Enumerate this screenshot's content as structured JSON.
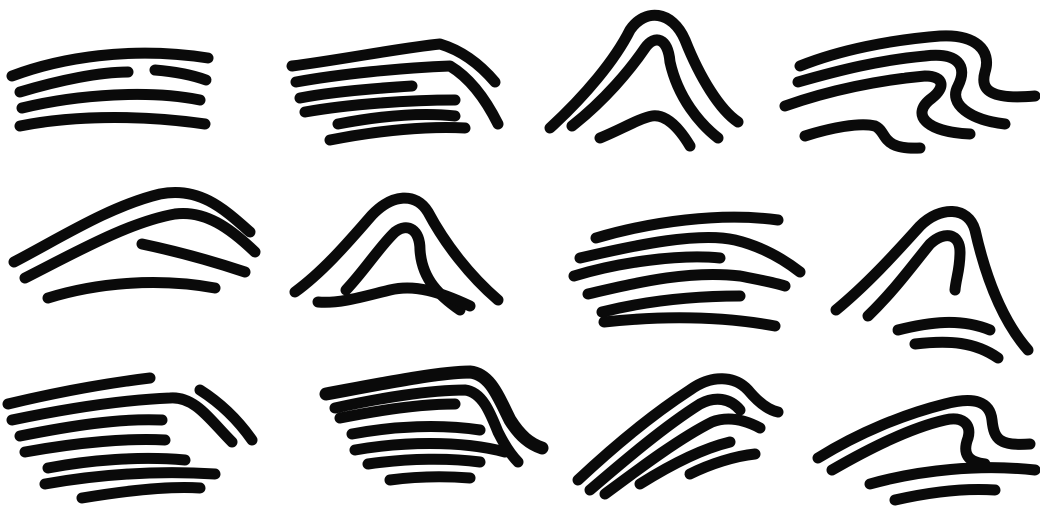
{
  "colors": {
    "ink": "#0a0a0a",
    "paper": "#ffffff"
  },
  "sketches": [
    {
      "id": "panel-r1-c1",
      "row": 1,
      "column": 1
    },
    {
      "id": "panel-r1-c2",
      "row": 1,
      "column": 2
    },
    {
      "id": "panel-r1-c3",
      "row": 1,
      "column": 3
    },
    {
      "id": "panel-r1-c4",
      "row": 1,
      "column": 4
    },
    {
      "id": "panel-r2-c1",
      "row": 2,
      "column": 1
    },
    {
      "id": "panel-r2-c2",
      "row": 2,
      "column": 2
    },
    {
      "id": "panel-r2-c3",
      "row": 2,
      "column": 3
    },
    {
      "id": "panel-r2-c4",
      "row": 2,
      "column": 4
    },
    {
      "id": "panel-r3-c1",
      "row": 3,
      "column": 1
    },
    {
      "id": "panel-r3-c2",
      "row": 3,
      "column": 2
    },
    {
      "id": "panel-r3-c3",
      "row": 3,
      "column": 3
    },
    {
      "id": "panel-r3-c4",
      "row": 3,
      "column": 4
    }
  ]
}
